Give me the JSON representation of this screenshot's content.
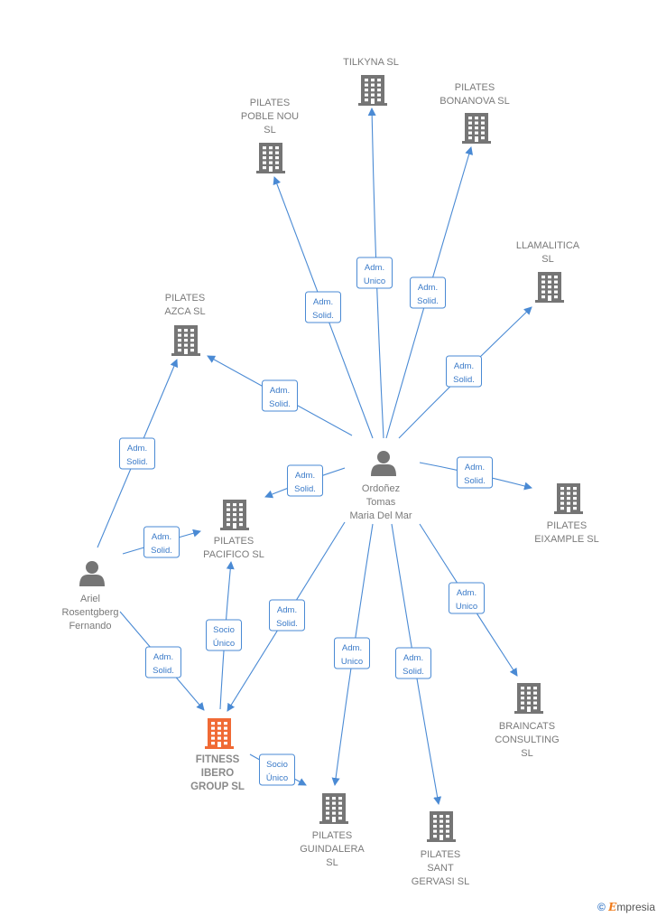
{
  "colors": {
    "edge": "#4a8ad4",
    "building": "#757575",
    "building_main": "#f06a35",
    "person": "#757575"
  },
  "brand": {
    "copyright": "©",
    "first_letter": "E",
    "rest": "mpresia"
  },
  "nodes": [
    {
      "id": "ordonez",
      "type": "person",
      "lines": [
        "Ordoñez",
        "Tomas",
        "Maria Del Mar"
      ]
    },
    {
      "id": "ariel",
      "type": "person",
      "lines": [
        "Ariel",
        "Rosentgberg",
        "Fernando"
      ]
    },
    {
      "id": "tilkyna",
      "type": "company",
      "lines": [
        "TILKYNA  SL"
      ]
    },
    {
      "id": "poblenou",
      "type": "company",
      "lines": [
        "PILATES",
        "POBLE NOU",
        "SL"
      ]
    },
    {
      "id": "bonanova",
      "type": "company",
      "lines": [
        "PILATES",
        "BONANOVA  SL"
      ]
    },
    {
      "id": "llamalitica",
      "type": "company",
      "lines": [
        "LLAMALITICA",
        "SL"
      ]
    },
    {
      "id": "azca",
      "type": "company",
      "lines": [
        "PILATES",
        "AZCA  SL"
      ]
    },
    {
      "id": "pacifico",
      "type": "company",
      "lines": [
        "PILATES",
        "PACIFICO  SL"
      ]
    },
    {
      "id": "eixample",
      "type": "company",
      "lines": [
        "PILATES",
        "EIXAMPLE  SL"
      ]
    },
    {
      "id": "fitness",
      "type": "company-main",
      "lines": [
        "FITNESS",
        "IBERO",
        "GROUP  SL"
      ]
    },
    {
      "id": "braincats",
      "type": "company",
      "lines": [
        "BRAINCATS",
        "CONSULTING",
        "SL"
      ]
    },
    {
      "id": "guindalera",
      "type": "company",
      "lines": [
        "PILATES",
        "GUINDALERA",
        "SL"
      ]
    },
    {
      "id": "santgervasi",
      "type": "company",
      "lines": [
        "PILATES",
        "SANT",
        "GERVASI  SL"
      ]
    }
  ],
  "edges": [
    {
      "from": "ordonez",
      "to": "tilkyna",
      "label": [
        "Adm.",
        "Unico"
      ]
    },
    {
      "from": "ordonez",
      "to": "poblenou",
      "label": [
        "Adm.",
        "Solid."
      ]
    },
    {
      "from": "ordonez",
      "to": "bonanova",
      "label": [
        "Adm.",
        "Solid."
      ]
    },
    {
      "from": "ordonez",
      "to": "llamalitica",
      "label": [
        "Adm.",
        "Solid."
      ]
    },
    {
      "from": "ordonez",
      "to": "azca",
      "label": [
        "Adm.",
        "Solid."
      ]
    },
    {
      "from": "ordonez",
      "to": "pacifico",
      "label": [
        "Adm.",
        "Solid."
      ]
    },
    {
      "from": "ordonez",
      "to": "eixample",
      "label": [
        "Adm.",
        "Solid."
      ]
    },
    {
      "from": "ordonez",
      "to": "fitness",
      "label": [
        "Adm.",
        "Solid."
      ]
    },
    {
      "from": "ordonez",
      "to": "braincats",
      "label": [
        "Adm.",
        "Unico"
      ]
    },
    {
      "from": "ordonez",
      "to": "guindalera",
      "label": [
        "Adm.",
        "Unico"
      ]
    },
    {
      "from": "ordonez",
      "to": "santgervasi",
      "label": [
        "Adm.",
        "Solid."
      ]
    },
    {
      "from": "ariel",
      "to": "azca",
      "label": [
        "Adm.",
        "Solid."
      ]
    },
    {
      "from": "ariel",
      "to": "pacifico",
      "label": [
        "Adm.",
        "Solid."
      ]
    },
    {
      "from": "ariel",
      "to": "fitness",
      "label": [
        "Adm.",
        "Solid."
      ]
    },
    {
      "from": "fitness",
      "to": "pacifico",
      "label": [
        "Socio",
        "Único"
      ]
    },
    {
      "from": "fitness",
      "to": "guindalera",
      "label": [
        "Socio",
        "Único"
      ]
    }
  ]
}
